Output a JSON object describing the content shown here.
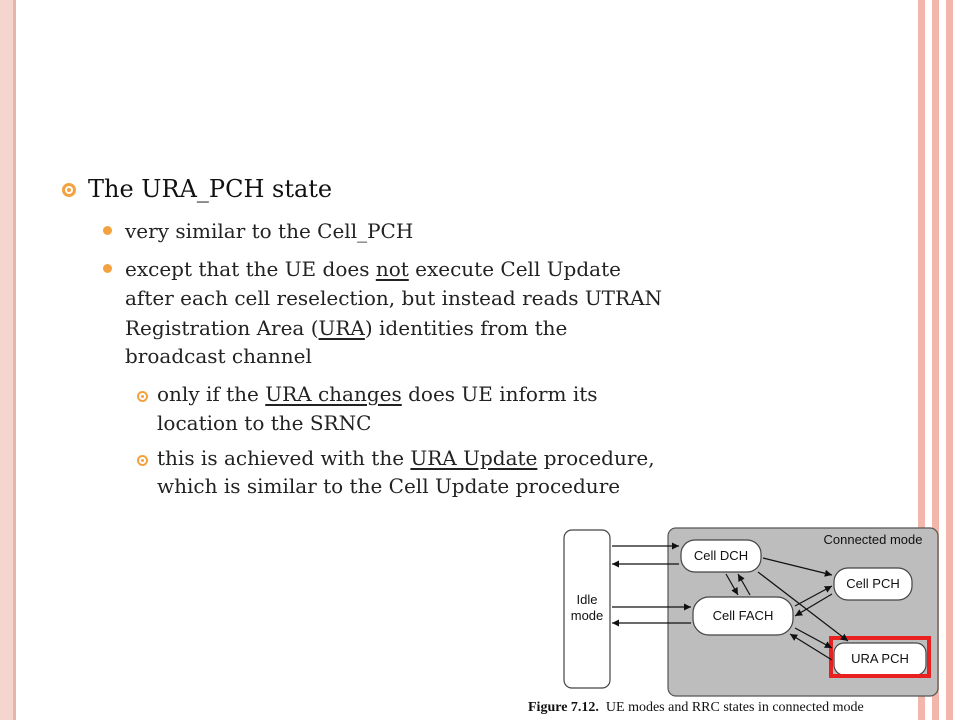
{
  "slide": {
    "heading": "The URA_PCH state",
    "bullet1": "very similar to the Cell_PCH",
    "bullet2": {
      "line1_pre": "except that the UE does ",
      "line1_u": "not",
      "line1_post": " execute Cell Update",
      "line2": "after each cell reselection, but instead reads UTRAN",
      "line3_pre": "Registration Area (",
      "line3_u": "URA",
      "line3_post": ") identities from the",
      "line4": "broadcast channel"
    },
    "sub1": {
      "line1_pre": "only if the ",
      "line1_u": "URA changes",
      "line1_post": " does UE inform its",
      "line2": "location to the SRNC"
    },
    "sub2": {
      "line1_pre": "this is achieved with the ",
      "line1_u": "URA Update",
      "line1_post": " procedure,",
      "line2": "which is similar to the Cell Update procedure"
    }
  },
  "figure": {
    "connected_mode_label": "Connected mode",
    "idle_line1": "Idle",
    "idle_line2": "mode",
    "cell_dch": "Cell DCH",
    "cell_pch": "Cell PCH",
    "cell_fach": "Cell FACH",
    "ura_pch": "URA PCH",
    "highlight_color": "#e8201f",
    "caption_num": "Figure 7.12.",
    "caption_text": "UE modes and RRC states in connected mode"
  },
  "theme": {
    "bullet_color": "#f4a23f",
    "border_color": "#f2b6aa"
  }
}
